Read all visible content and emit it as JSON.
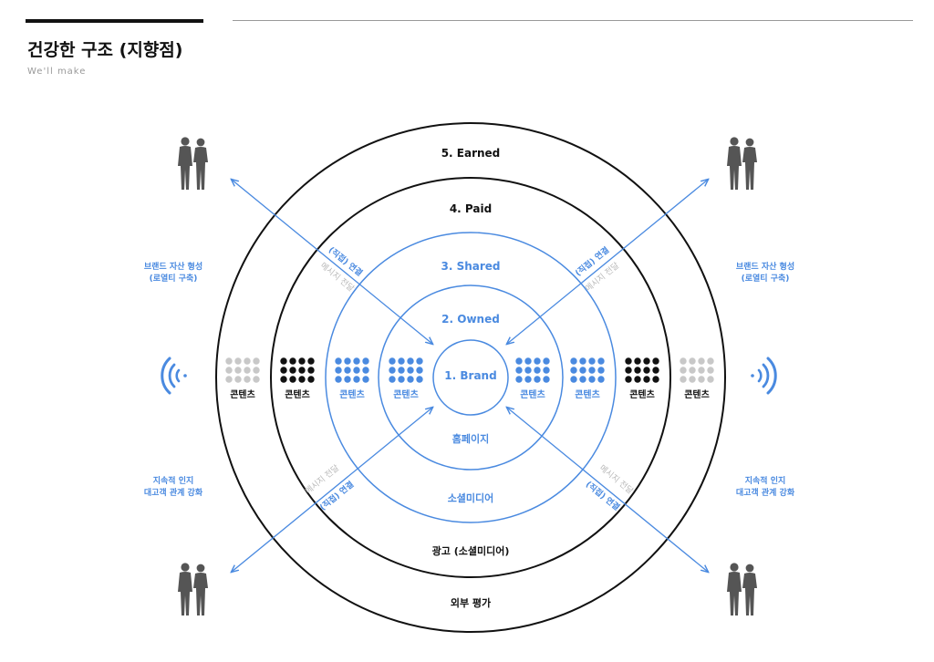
{
  "header": {
    "title": "건강한 구조 (지향점)",
    "subtitle": "We'll make"
  },
  "colors": {
    "black": "#111111",
    "blue": "#4a8ae0",
    "gray": "#c8c8c8",
    "person": "#555555"
  },
  "rings": {
    "earned": "5. Earned",
    "paid": "4. Paid",
    "shared": "3. Shared",
    "owned": "2. Owned",
    "brand": "1. Brand"
  },
  "ring_bottom_labels": {
    "owned": "홈페이지",
    "shared": "소셜미디어",
    "paid": "광고 (소셜미디어)",
    "earned": "외부 평가"
  },
  "content_label": "콘텐츠",
  "side_labels": {
    "brand_asset_line1": "브랜드 자산 형성",
    "brand_asset_line2": "(로열티 구축)",
    "awareness_line1": "지속적 인지",
    "awareness_line2": "대고객 관계 강화"
  },
  "arrow_labels": {
    "connect": "(직접) 연결",
    "message": "메시지 전달"
  },
  "icons": {
    "people": "people-icon",
    "signal_left": "signal-waves-left-icon",
    "signal_right": "signal-waves-right-icon"
  }
}
